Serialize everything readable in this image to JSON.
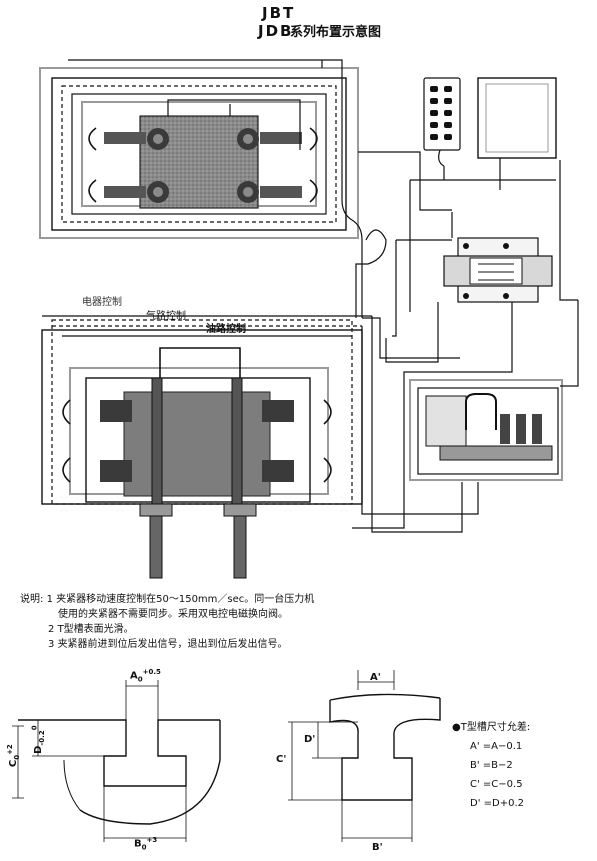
{
  "title": {
    "line1": "JBT",
    "line2": "JDB",
    "suffix": "系列布置示意图"
  },
  "labels": {
    "electric": "电器控制",
    "pneumatic": "气路控制",
    "hydraulic": "油路控制"
  },
  "notes": {
    "prefix": "说明:",
    "n1_num": "1",
    "n1_a": "夹紧器移动速度控制在50～150mm／sec。同一台压力机",
    "n1_b": "使用的夹紧器不需要同步。采用双电控电磁换向阀。",
    "n2_num": "2",
    "n2": "T型槽表面光滑。",
    "n3_num": "3",
    "n3": "夹紧器前进到位后发出信号，退出到位后发出信号。"
  },
  "slot1": {
    "a_label": "A",
    "a_sub": "0",
    "a_tol": "+0.5",
    "c_label": "C",
    "c_sub": "0",
    "c_tol": "+2",
    "d_label": "D",
    "d_sub": "-0.2",
    "d_tol": "0",
    "b_label": "B",
    "b_sub": "0",
    "b_tol": "+3"
  },
  "slot2": {
    "a_label": "A'",
    "b_label": "B'",
    "c_label": "C'",
    "d_label": "D'"
  },
  "legend": {
    "title": "●T型槽尺寸允差:",
    "items": [
      "A' =A−0.1",
      "B' =B−2",
      "C' =C−0.5",
      "D' =D+0.2"
    ]
  },
  "colors": {
    "line": "#111111",
    "dashed": "#333333",
    "gray_frame": "#9a9a9a",
    "die_fill": "#7d7d7d",
    "clamp_fill": "#3a3a3a"
  }
}
